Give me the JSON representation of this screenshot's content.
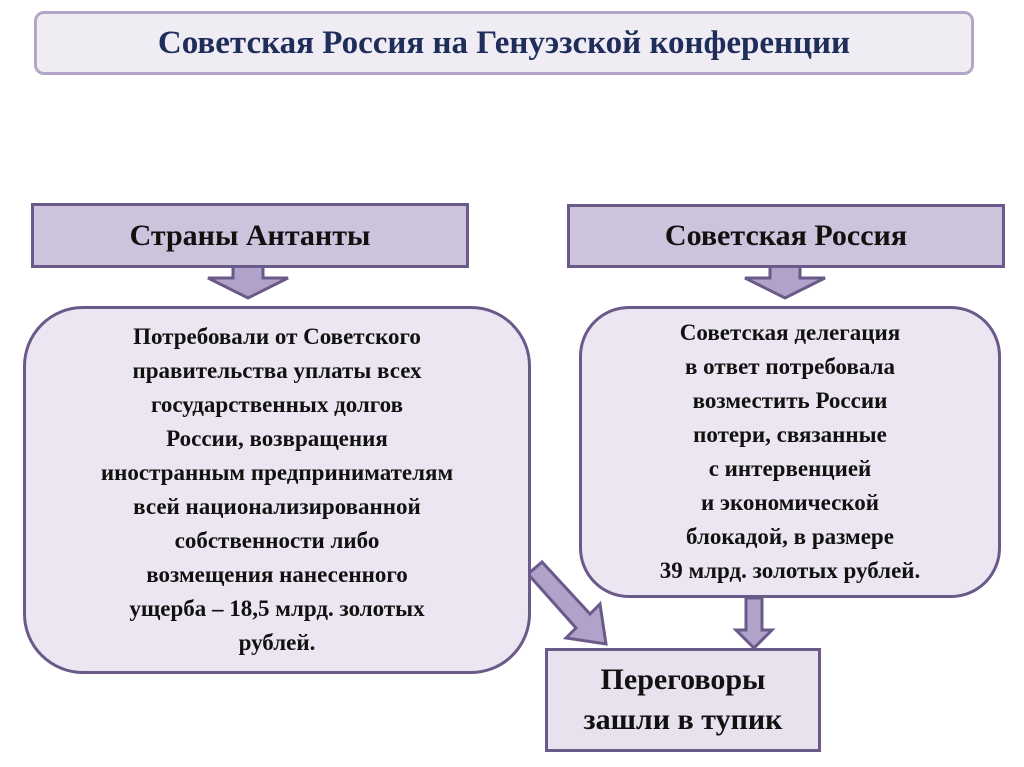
{
  "title": "Советская Россия на Генуэзской конференции",
  "left": {
    "header": "Страны Антанты",
    "text": "Потребовали от Советского\nправительства уплаты всех\nгосударственных долгов\nРоссии, возвращения\nиностранным предпринимателям\nвсей национализированной\nсобственности либо\nвозмещения нанесенного\nущерба – 18,5 млрд. золотых\nрублей."
  },
  "right": {
    "header": "Советская Россия",
    "text": "Советская делегация\nв ответ потребовала\nвозместить России\nпотери, связанные\nс интервенцией\nи экономической\nблокадой, в размере\n39 млрд. золотых рублей."
  },
  "result": "Переговоры\nзашли в тупик",
  "colors": {
    "header_fill": "#cdc3dc",
    "border": "#6a5a8a",
    "box_fill": "#ebe6f1",
    "title_text": "#1f2d5a"
  }
}
